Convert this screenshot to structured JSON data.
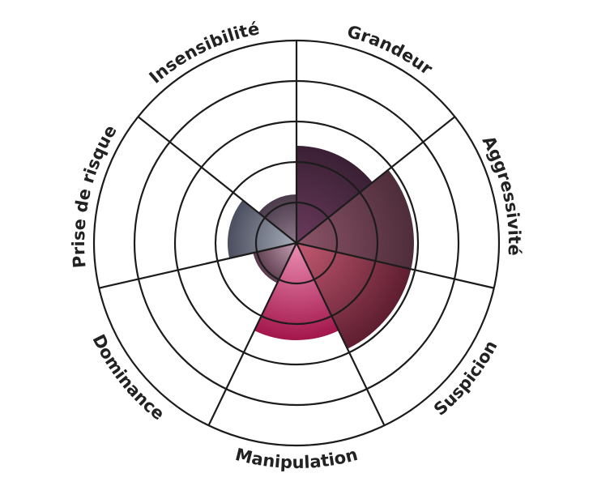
{
  "chart_data": {
    "type": "polar-area",
    "title": "",
    "categories": [
      "Grandeur",
      "Aggressivité",
      "Suspicion",
      "Manipulation",
      "Dominance",
      "Prise de risque",
      "Insensibilité"
    ],
    "values": [
      2.4,
      2.9,
      2.9,
      2.4,
      1.1,
      1.7,
      1.2
    ],
    "rlim": [
      0,
      5
    ],
    "rings": 5,
    "colors": [
      [
        "#6a3a5c",
        "#3a2034"
      ],
      [
        "#8c5468",
        "#4e2d3a"
      ],
      [
        "#c45a72",
        "#5e1e30"
      ],
      [
        "#ec90b4",
        "#a3164c"
      ],
      [
        "#c7a0b4",
        "#5a3a4c"
      ],
      [
        "#a8adba",
        "#4a4e5e"
      ],
      [
        "#8e7a8c",
        "#4a3a4a"
      ]
    ]
  }
}
